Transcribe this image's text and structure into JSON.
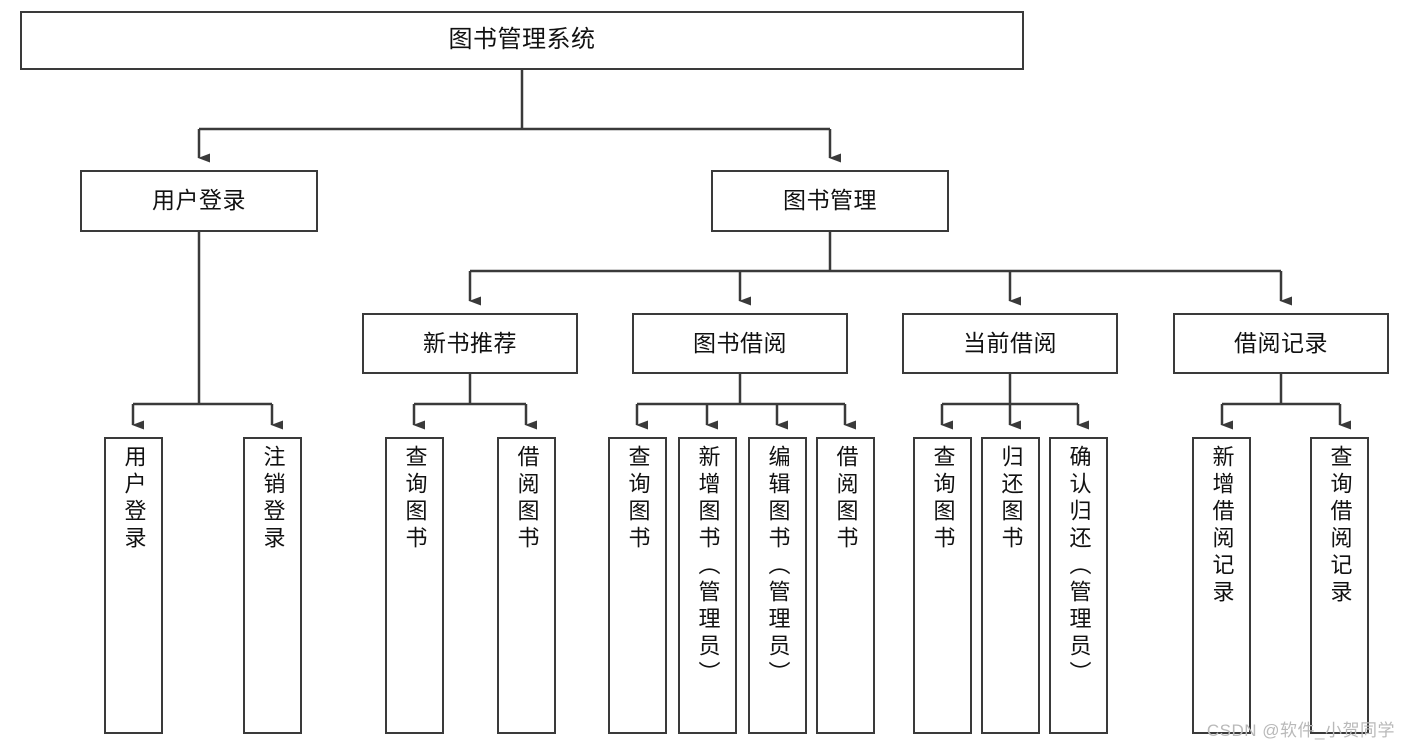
{
  "diagram": {
    "title": "图书管理系统",
    "type": "tree-hierarchy-chart",
    "stroke_color": "#3a3a3a",
    "fill_color": "#ffffff",
    "text_color": "#111111",
    "root": {
      "id": "root",
      "label": "图书管理系统"
    },
    "level2": [
      {
        "id": "user-login",
        "label": "用户登录"
      },
      {
        "id": "book-manage",
        "label": "图书管理"
      }
    ],
    "level3": [
      {
        "id": "new-book-rec",
        "label": "新书推荐",
        "parent": "book-manage"
      },
      {
        "id": "book-borrow",
        "label": "图书借阅",
        "parent": "book-manage"
      },
      {
        "id": "current-borrow",
        "label": "当前借阅",
        "parent": "book-manage"
      },
      {
        "id": "borrow-record",
        "label": "借阅记录",
        "parent": "book-manage"
      }
    ],
    "leaves": [
      {
        "id": "leaf-user-login",
        "label": "用户登录",
        "parent": "user-login"
      },
      {
        "id": "leaf-logout-login",
        "label": "注销登录",
        "parent": "user-login"
      },
      {
        "id": "leaf-query-book-1",
        "label": "查询图书",
        "parent": "new-book-rec"
      },
      {
        "id": "leaf-borrow-book-1",
        "label": "借阅图书",
        "parent": "new-book-rec"
      },
      {
        "id": "leaf-query-book-2",
        "label": "查询图书",
        "parent": "book-borrow"
      },
      {
        "id": "leaf-add-book",
        "label": "新增图书（管理员）",
        "parent": "book-borrow"
      },
      {
        "id": "leaf-edit-book",
        "label": "编辑图书（管理员）",
        "parent": "book-borrow"
      },
      {
        "id": "leaf-borrow-book-2",
        "label": "借阅图书",
        "parent": "book-borrow"
      },
      {
        "id": "leaf-query-book-3",
        "label": "查询图书",
        "parent": "current-borrow"
      },
      {
        "id": "leaf-return-book",
        "label": "归还图书",
        "parent": "current-borrow"
      },
      {
        "id": "leaf-confirm-return",
        "label": "确认归还（管理员）",
        "parent": "current-borrow"
      },
      {
        "id": "leaf-add-record",
        "label": "新增借阅记录",
        "parent": "borrow-record"
      },
      {
        "id": "leaf-query-record",
        "label": "查询借阅记录",
        "parent": "borrow-record"
      }
    ]
  },
  "watermark": {
    "text": "CSDN @软件_小贺同学"
  }
}
